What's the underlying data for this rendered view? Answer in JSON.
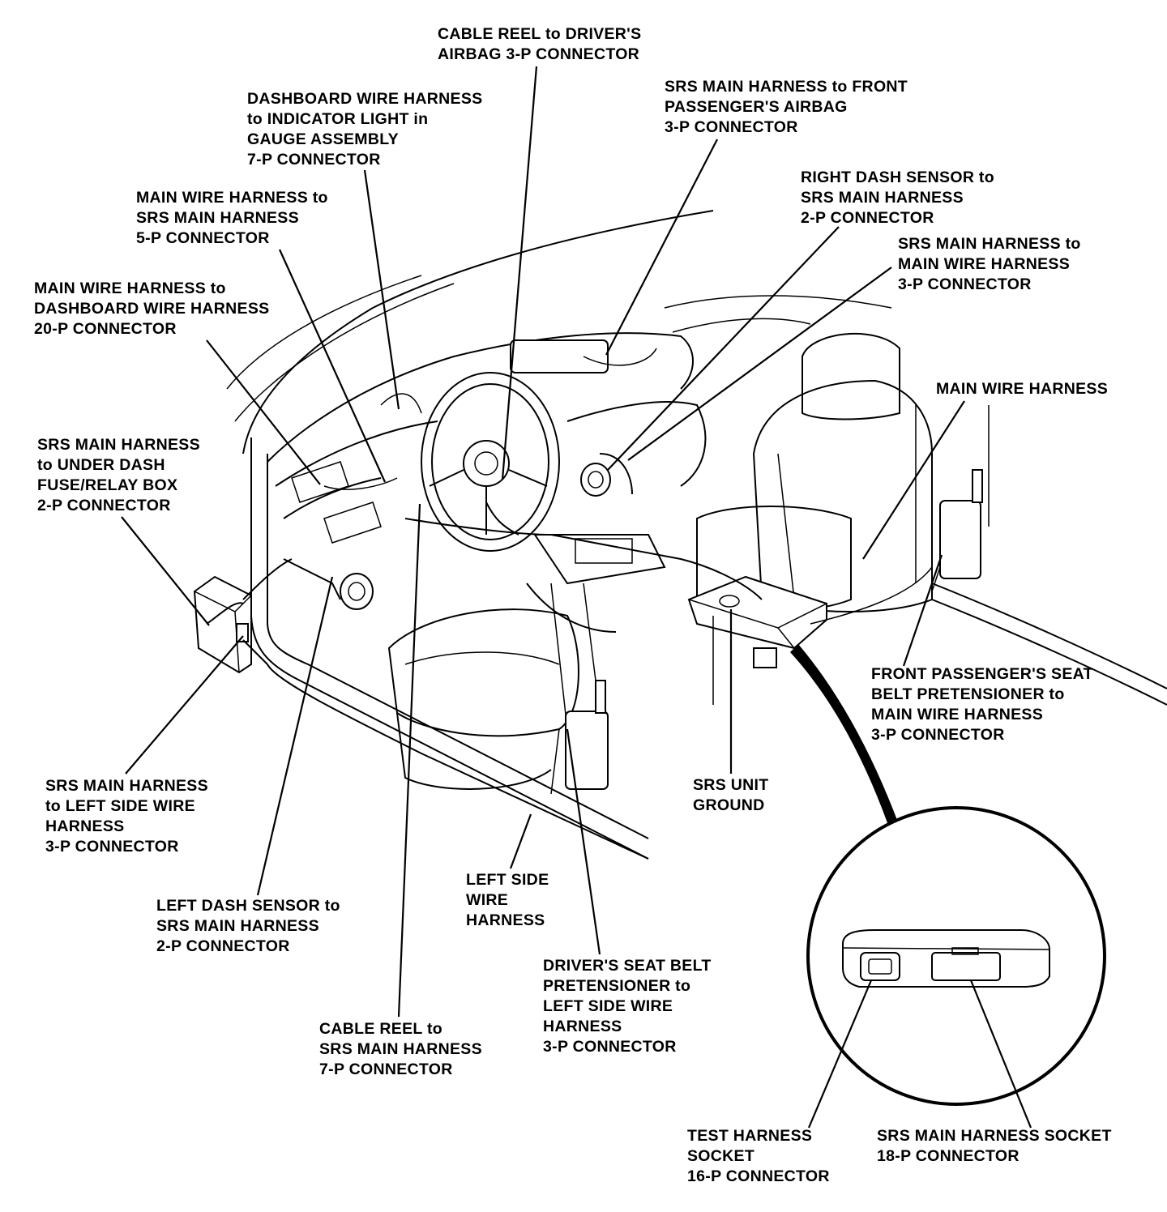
{
  "labels": {
    "cable_reel_driver": [
      "CABLE REEL to DRIVER'S",
      "AIRBAG 3-P CONNECTOR"
    ],
    "srs_front_passenger_airbag": [
      "SRS MAIN HARNESS to FRONT",
      "PASSENGER'S AIRBAG",
      "3-P CONNECTOR"
    ],
    "dashboard_indicator": [
      "DASHBOARD WIRE HARNESS",
      "to INDICATOR LIGHT in",
      "GAUGE ASSEMBLY",
      "7-P CONNECTOR"
    ],
    "right_dash_sensor": [
      "RIGHT DASH SENSOR to",
      "SRS MAIN HARNESS",
      "2-P CONNECTOR"
    ],
    "main_to_srs_5p": [
      "MAIN WIRE HARNESS to",
      "SRS MAIN HARNESS",
      "5-P CONNECTOR"
    ],
    "srs_to_main_3p": [
      "SRS MAIN HARNESS to",
      "MAIN WIRE HARNESS",
      "3-P CONNECTOR"
    ],
    "main_to_dashboard_20p": [
      "MAIN WIRE HARNESS to",
      "DASHBOARD WIRE HARNESS",
      "20-P CONNECTOR"
    ],
    "main_wire_harness": [
      "MAIN WIRE HARNESS"
    ],
    "srs_under_dash_fuse": [
      "SRS MAIN HARNESS",
      "to UNDER DASH",
      "FUSE/RELAY BOX",
      "2-P CONNECTOR"
    ],
    "front_passenger_pretensioner": [
      "FRONT PASSENGER'S SEAT",
      "BELT PRETENSIONER to",
      "MAIN WIRE HARNESS",
      "3-P CONNECTOR"
    ],
    "srs_left_side": [
      "SRS MAIN HARNESS",
      "to LEFT SIDE WIRE",
      "HARNESS",
      "3-P CONNECTOR"
    ],
    "srs_unit_ground": [
      "SRS UNIT",
      "GROUND"
    ],
    "left_side_wire": [
      "LEFT SIDE",
      "WIRE",
      "HARNESS"
    ],
    "left_dash_sensor": [
      "LEFT DASH SENSOR to",
      "SRS MAIN HARNESS",
      "2-P CONNECTOR"
    ],
    "driver_pretensioner": [
      "DRIVER'S SEAT BELT",
      "PRETENSIONER to",
      "LEFT SIDE WIRE",
      "HARNESS",
      "3-P CONNECTOR"
    ],
    "cable_reel_srs": [
      "CABLE REEL to",
      "SRS MAIN HARNESS",
      "7-P CONNECTOR"
    ],
    "test_harness_socket": [
      "TEST HARNESS",
      "SOCKET",
      "16-P CONNECTOR"
    ],
    "srs_main_socket": [
      "SRS MAIN HARNESS SOCKET",
      "18-P CONNECTOR"
    ]
  }
}
